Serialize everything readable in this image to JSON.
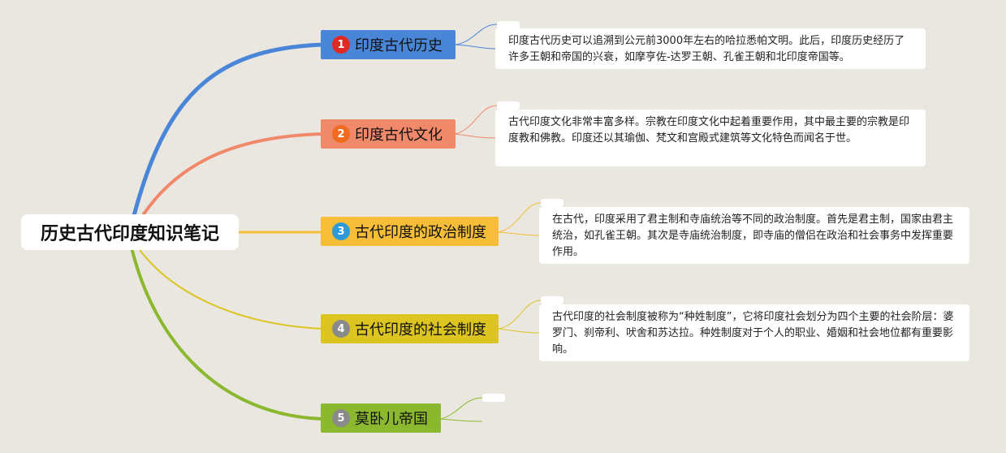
{
  "root": {
    "title": "历史古代印度知识笔记"
  },
  "colors": {
    "background": "#e9e7e0",
    "branch1": "#4a86d8",
    "branch2": "#f0896a",
    "branch3": "#f5bd38",
    "branch4": "#dcc421",
    "branch5": "#8bb82e"
  },
  "branches": [
    {
      "number": "1",
      "label": "印度古代历史",
      "badge_color": "#e02a21",
      "note": "印度古代历史可以追溯到公元前3000年左右的哈拉悉帕文明。此后，印度历史经历了许多王朝和帝国的兴衰，如摩亨佐-达罗王朝、孔雀王朝和北印度帝国等。"
    },
    {
      "number": "2",
      "label": "印度古代文化",
      "badge_color": "#ef6b1f",
      "note": "古代印度文化非常丰富多样。宗教在印度文化中起着重要作用，其中最主要的宗教是印度教和佛教。印度还以其瑜伽、梵文和宫殿式建筑等文化特色而闻名于世。"
    },
    {
      "number": "3",
      "label": "古代印度的政治制度",
      "badge_color": "#2d9ad6",
      "note": "在古代，印度采用了君主制和寺庙统治等不同的政治制度。首先是君主制，国家由君主统治，如孔雀王朝。其次是寺庙统治制度，即寺庙的僧侣在政治和社会事务中发挥重要作用。"
    },
    {
      "number": "4",
      "label": "古代印度的社会制度",
      "badge_color": "#8a8a8a",
      "note": "古代印度的社会制度被称为“种姓制度”，它将印度社会划分为四个主要的社会阶层：婆罗门、刹帝利、吠舍和苏达拉。种姓制度对于个人的职业、婚姻和社会地位都有重要影响。"
    },
    {
      "number": "5",
      "label": "莫卧儿帝国",
      "badge_color": "#8a8a8a",
      "note": ""
    }
  ]
}
